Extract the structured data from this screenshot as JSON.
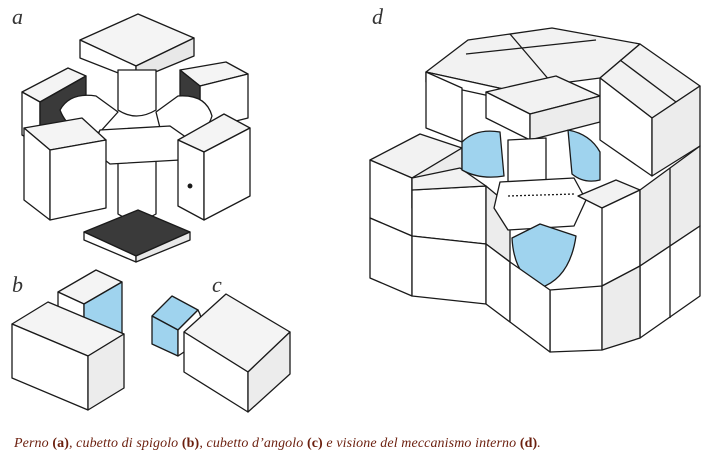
{
  "panels": {
    "a": "a",
    "b": "b",
    "c": "c",
    "d": "d"
  },
  "caption": {
    "parts": [
      {
        "style": "i",
        "text": "Perno "
      },
      {
        "style": "b",
        "text": "(a)"
      },
      {
        "style": "i",
        "text": ", cubetto di spigolo "
      },
      {
        "style": "b",
        "text": "(b)"
      },
      {
        "style": "i",
        "text": ", cubetto d’angolo "
      },
      {
        "style": "b",
        "text": "(c)"
      },
      {
        "style": "i",
        "text": " e visione del meccanismo interno "
      },
      {
        "style": "b",
        "text": "(d)"
      },
      {
        "style": "i",
        "text": "."
      }
    ]
  },
  "colors": {
    "highlight": "#9fd3ee",
    "line": "#1a1a1a",
    "dark": "#3a3a3a",
    "caption": "#6b1f0e"
  }
}
